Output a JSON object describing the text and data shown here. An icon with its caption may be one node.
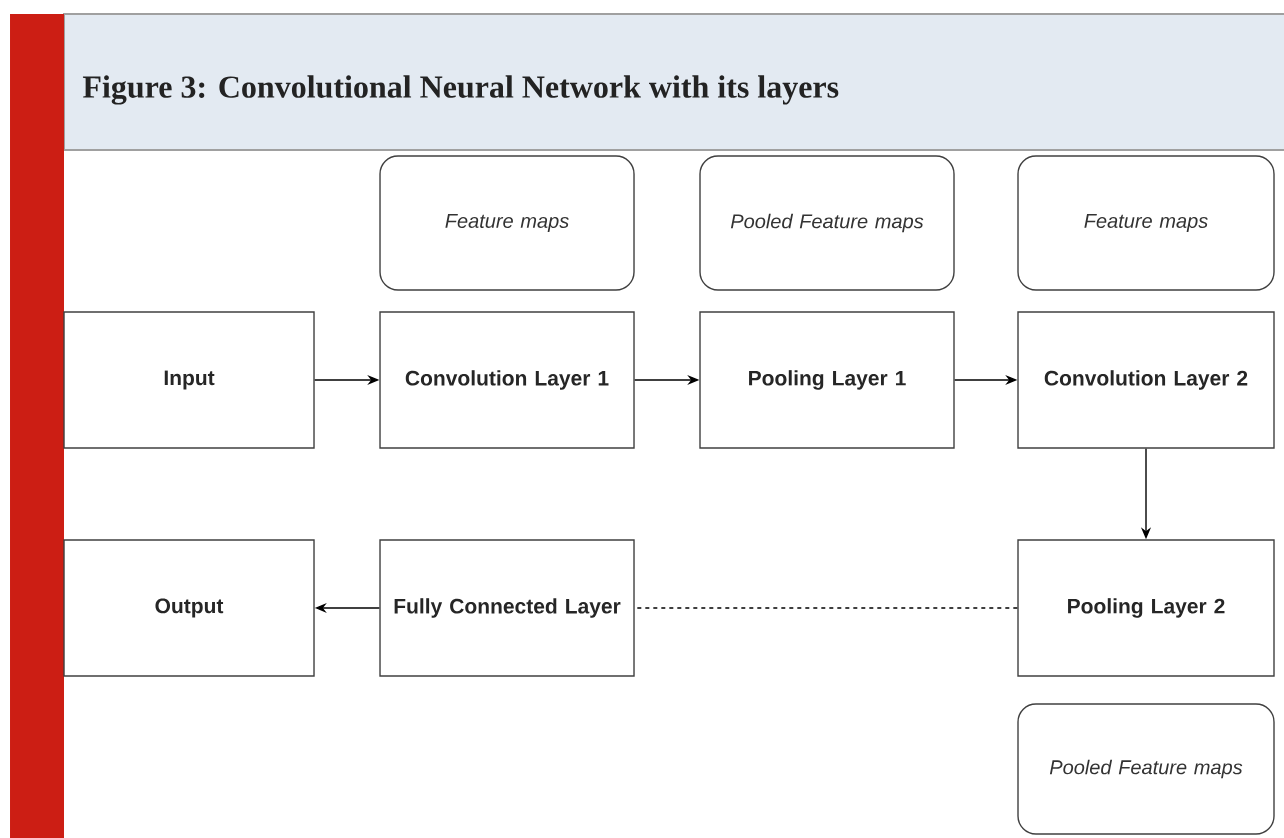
{
  "diagram": {
    "title": "Figure 3: Convolutional Neural Network with its layers",
    "nodes": [
      {
        "text": [
          "Feature maps"
        ]
      },
      {
        "text": [
          "Pooled Feature maps"
        ]
      },
      {
        "text": [
          "Feature maps"
        ]
      },
      {
        "text": [
          "Input"
        ]
      },
      {
        "text": [
          "Convolution Layer 1"
        ]
      },
      {
        "text": [
          "Pooling Layer 1"
        ]
      },
      {
        "text": [
          "Convolution Layer 2"
        ]
      },
      {
        "text": [
          "Output"
        ]
      },
      {
        "text": [
          "Fully Connected Layer"
        ]
      },
      {
        "text": [
          "Pooling Layer 2"
        ]
      },
      {
        "text": [
          "Pooled Feature maps"
        ]
      }
    ],
    "edges": [
      {
        "from": 3,
        "to": 4,
        "arrow": "to"
      },
      {
        "from": 4,
        "to": 5,
        "arrow": "to"
      },
      {
        "from": 5,
        "to": 6,
        "arrow": "to"
      },
      {
        "from": 6,
        "to": 9,
        "arrow": "to"
      },
      {
        "from": 9,
        "to": 8,
        "arrow": "none",
        "style": "dashed"
      },
      {
        "from": 8,
        "to": 7,
        "arrow": "to"
      }
    ]
  }
}
